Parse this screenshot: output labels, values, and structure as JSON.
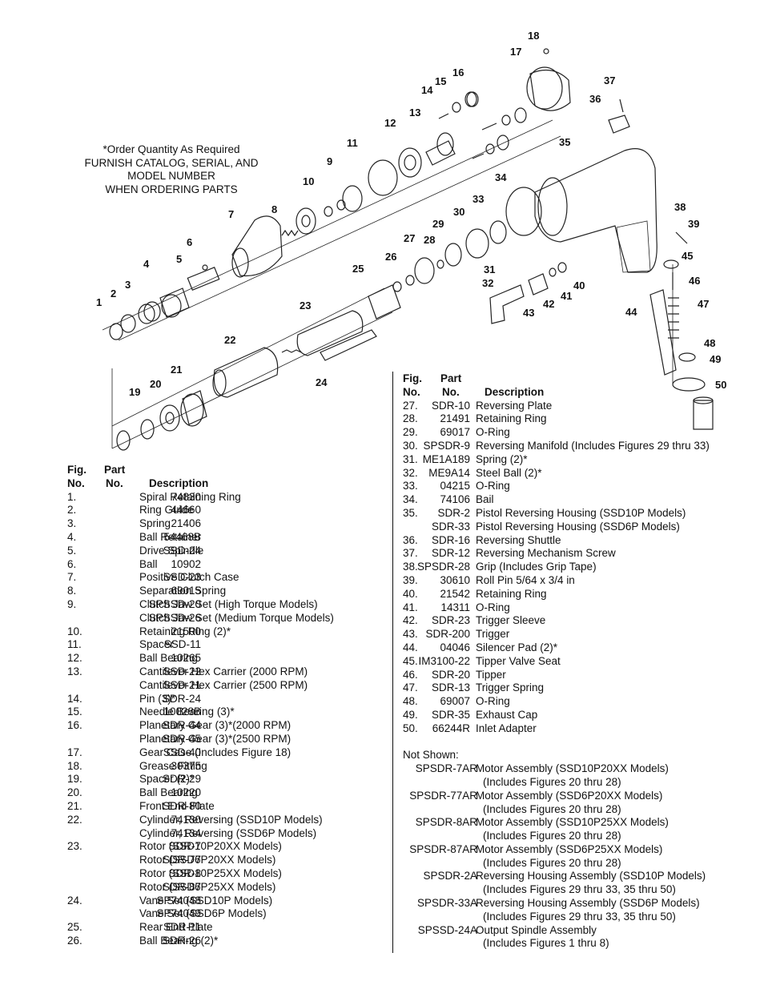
{
  "note": {
    "lines": [
      "*Order Quantity As Required",
      "FURNISH CATALOG, SERIAL, AND",
      "MODEL NUMBER",
      "WHEN ORDERING PARTS"
    ]
  },
  "diagram": {
    "callouts": [
      "1",
      "2",
      "3",
      "4",
      "5",
      "6",
      "7",
      "8",
      "9",
      "10",
      "11",
      "12",
      "13",
      "14",
      "15",
      "16",
      "17",
      "18",
      "19",
      "20",
      "21",
      "22",
      "23",
      "24",
      "25",
      "26",
      "27",
      "28",
      "29",
      "30",
      "31",
      "32",
      "33",
      "34",
      "35",
      "36",
      "37",
      "38",
      "39",
      "40",
      "41",
      "42",
      "43",
      "44",
      "45",
      "46",
      "47",
      "48",
      "49",
      "50"
    ]
  },
  "table_headers": {
    "fig_top": "Fig.",
    "fig_bottom": "No.",
    "part_top": "Part",
    "part_bottom": "No.",
    "desc": "Description"
  },
  "left_parts": [
    {
      "fig": "1.",
      "part": "74830",
      "desc": "Spiral Retaining Ring"
    },
    {
      "fig": "2.",
      "part": "44660",
      "desc": "Ring Guide"
    },
    {
      "fig": "3.",
      "part": "21406",
      "desc": "Spring"
    },
    {
      "fig": "4.",
      "part": "54468B",
      "desc": "Ball Retainer"
    },
    {
      "fig": "5.",
      "part": "SSD-24",
      "desc": "Drive Spindle"
    },
    {
      "fig": "6.",
      "part": "10902",
      "desc": "Ball"
    },
    {
      "fig": "7.",
      "part": "SSD-23",
      "desc": "Positive Clutch Case"
    },
    {
      "fig": "8.",
      "part": "69015",
      "desc": "Separation Spring"
    },
    {
      "fig": "9.",
      "part": "SPSSD-20",
      "desc": "Clutch Jaw Set (High Torque Models)"
    },
    {
      "fig": "",
      "part": "SPSSD-26",
      "desc": "Clutch Jaw Set (Medium Torque Models)"
    },
    {
      "fig": "10.",
      "part": "21500",
      "desc": "Retaining Ring (2)*"
    },
    {
      "fig": "11.",
      "part": "SSD-11",
      "desc": "Spacer"
    },
    {
      "fig": "12.",
      "part": "10265",
      "desc": "Ball Bearing"
    },
    {
      "fig": "13.",
      "part": "SSD-22",
      "desc": "Cantilever Hex Carrier (2000 RPM)"
    },
    {
      "fig": "",
      "part": "SSD-21",
      "desc": "Cantilever Hex Carrier (2500 RPM)"
    },
    {
      "fig": "14.",
      "part": "SDR-24",
      "desc": "Pin (3)*"
    },
    {
      "fig": "15.",
      "part": "10028B",
      "desc": "Needle Bearing (3)*"
    },
    {
      "fig": "16.",
      "part": "SDR-44",
      "desc": "Planetary Gear (3)*(2000 RPM)"
    },
    {
      "fig": "",
      "part": "SDR-45",
      "desc": "Planetary Gear (3)*(2500 RPM)"
    },
    {
      "fig": "17.",
      "part": "SSD-40",
      "desc": "Gear Case (Includes Figure 18)"
    },
    {
      "fig": "18.",
      "part": "30375",
      "desc": "Grease Fitting"
    },
    {
      "fig": "19.",
      "part": "SDR-29",
      "desc": "Spacer (2)*"
    },
    {
      "fig": "20.",
      "part": "10220",
      "desc": "Ball Bearing"
    },
    {
      "fig": "21.",
      "part": "SDR-80",
      "desc": "Front End Plate"
    },
    {
      "fig": "22.",
      "part": "74130",
      "desc": "Cylinder, Reversing (SSD10P Models)"
    },
    {
      "fig": "",
      "part": "74134",
      "desc": "Cylinder, Reversing (SSD6P Models)"
    },
    {
      "fig": "23.",
      "part": "SDR-7",
      "desc": "Rotor (SSD10P20XX Models)"
    },
    {
      "fig": "",
      "part": "SDR-77",
      "desc": "Rotor (SSD6P20XX Models)"
    },
    {
      "fig": "",
      "part": "SDR-8",
      "desc": "Rotor (SSD10P25XX Models)"
    },
    {
      "fig": "",
      "part": "SDR-87",
      "desc": "Rotor (SSD6P25XX Models)"
    },
    {
      "fig": "24.",
      "part": "SP74048",
      "desc": "Vane Set (SSD10P Models)"
    },
    {
      "fig": "",
      "part": "SP74049",
      "desc": "Vane Set (SSD6P Models)"
    },
    {
      "fig": "25.",
      "part": "SDR-11",
      "desc": "Rear End Plate"
    },
    {
      "fig": "26.",
      "part": "SDR-26",
      "desc": "Ball Bearing (2)*"
    }
  ],
  "right_parts": [
    {
      "fig": "27.",
      "part": "SDR-10",
      "desc": "Reversing Plate"
    },
    {
      "fig": "28.",
      "part": "21491",
      "desc": "Retaining Ring"
    },
    {
      "fig": "29.",
      "part": "69017",
      "desc": "O-Ring"
    },
    {
      "fig": "30.",
      "part": "SPSDR-9",
      "desc": "Reversing Manifold (Includes Figures 29 thru 33)"
    },
    {
      "fig": "31.",
      "part": "ME1A189",
      "desc": "Spring (2)*"
    },
    {
      "fig": "32.",
      "part": "ME9A14",
      "desc": "Steel Ball (2)*"
    },
    {
      "fig": "33.",
      "part": "04215",
      "desc": "O-Ring"
    },
    {
      "fig": "34.",
      "part": "74106",
      "desc": "Bail"
    },
    {
      "fig": "35.",
      "part": "SDR-2",
      "desc": "Pistol Reversing Housing (SSD10P Models)"
    },
    {
      "fig": "",
      "part": "SDR-33",
      "desc": "Pistol Reversing Housing (SSD6P Models)"
    },
    {
      "fig": "36.",
      "part": "SDR-16",
      "desc": "Reversing Shuttle"
    },
    {
      "fig": "37.",
      "part": "SDR-12",
      "desc": "Reversing Mechanism Screw"
    },
    {
      "fig": "38.",
      "part": "SPSDR-28",
      "desc": "Grip (Includes Grip Tape)"
    },
    {
      "fig": "39.",
      "part": "30610",
      "desc": "Roll Pin 5/64 x 3/4 in"
    },
    {
      "fig": "40.",
      "part": "21542",
      "desc": "Retaining Ring"
    },
    {
      "fig": "41.",
      "part": "14311",
      "desc": "O-Ring"
    },
    {
      "fig": "42.",
      "part": "SDR-23",
      "desc": "Trigger Sleeve"
    },
    {
      "fig": "43.",
      "part": "SDR-200",
      "desc": "Trigger"
    },
    {
      "fig": "44.",
      "part": "04046",
      "desc": "Silencer Pad (2)*"
    },
    {
      "fig": "45.",
      "part": "IM3100-22",
      "desc": "Tipper Valve Seat"
    },
    {
      "fig": "46.",
      "part": "SDR-20",
      "desc": "Tipper"
    },
    {
      "fig": "47.",
      "part": "SDR-13",
      "desc": "Trigger Spring"
    },
    {
      "fig": "48.",
      "part": "69007",
      "desc": "O-Ring"
    },
    {
      "fig": "49.",
      "part": "SDR-35",
      "desc": "Exhaust Cap"
    },
    {
      "fig": "50.",
      "part": "66244R",
      "desc": "Inlet Adapter"
    }
  ],
  "not_shown": {
    "title": "Not Shown:",
    "items": [
      {
        "part": "SPSDR-7AR",
        "desc": "Motor Assembly (SSD10P20XX Models)",
        "sub": "(Includes Figures 20 thru 28)"
      },
      {
        "part": "SPSDR-77AR",
        "desc": "Motor Assembly (SSD6P20XX Models)",
        "sub": "(Includes Figures 20 thru 28)"
      },
      {
        "part": "SPSDR-8AR",
        "desc": "Motor Assembly (SSD10P25XX Models)",
        "sub": "(Includes Figures 20 thru 28)"
      },
      {
        "part": "SPSDR-87AR",
        "desc": "Motor Assembly (SSD6P25XX Models)",
        "sub": "(Includes Figures 20 thru 28)"
      },
      {
        "part": "SPSDR-2A",
        "desc": "Reversing Housing Assembly (SSD10P Models)",
        "sub": "(Includes Figures 29 thru 33, 35 thru 50)"
      },
      {
        "part": "SPSDR-33A",
        "desc": "Reversing Housing Assembly (SSD6P Models)",
        "sub": "(Includes Figures 29 thru 33, 35 thru 50)"
      },
      {
        "part": "SPSSD-24A",
        "desc": "Output Spindle Assembly",
        "sub": "(Includes Figures 1 thru 8)"
      }
    ]
  }
}
